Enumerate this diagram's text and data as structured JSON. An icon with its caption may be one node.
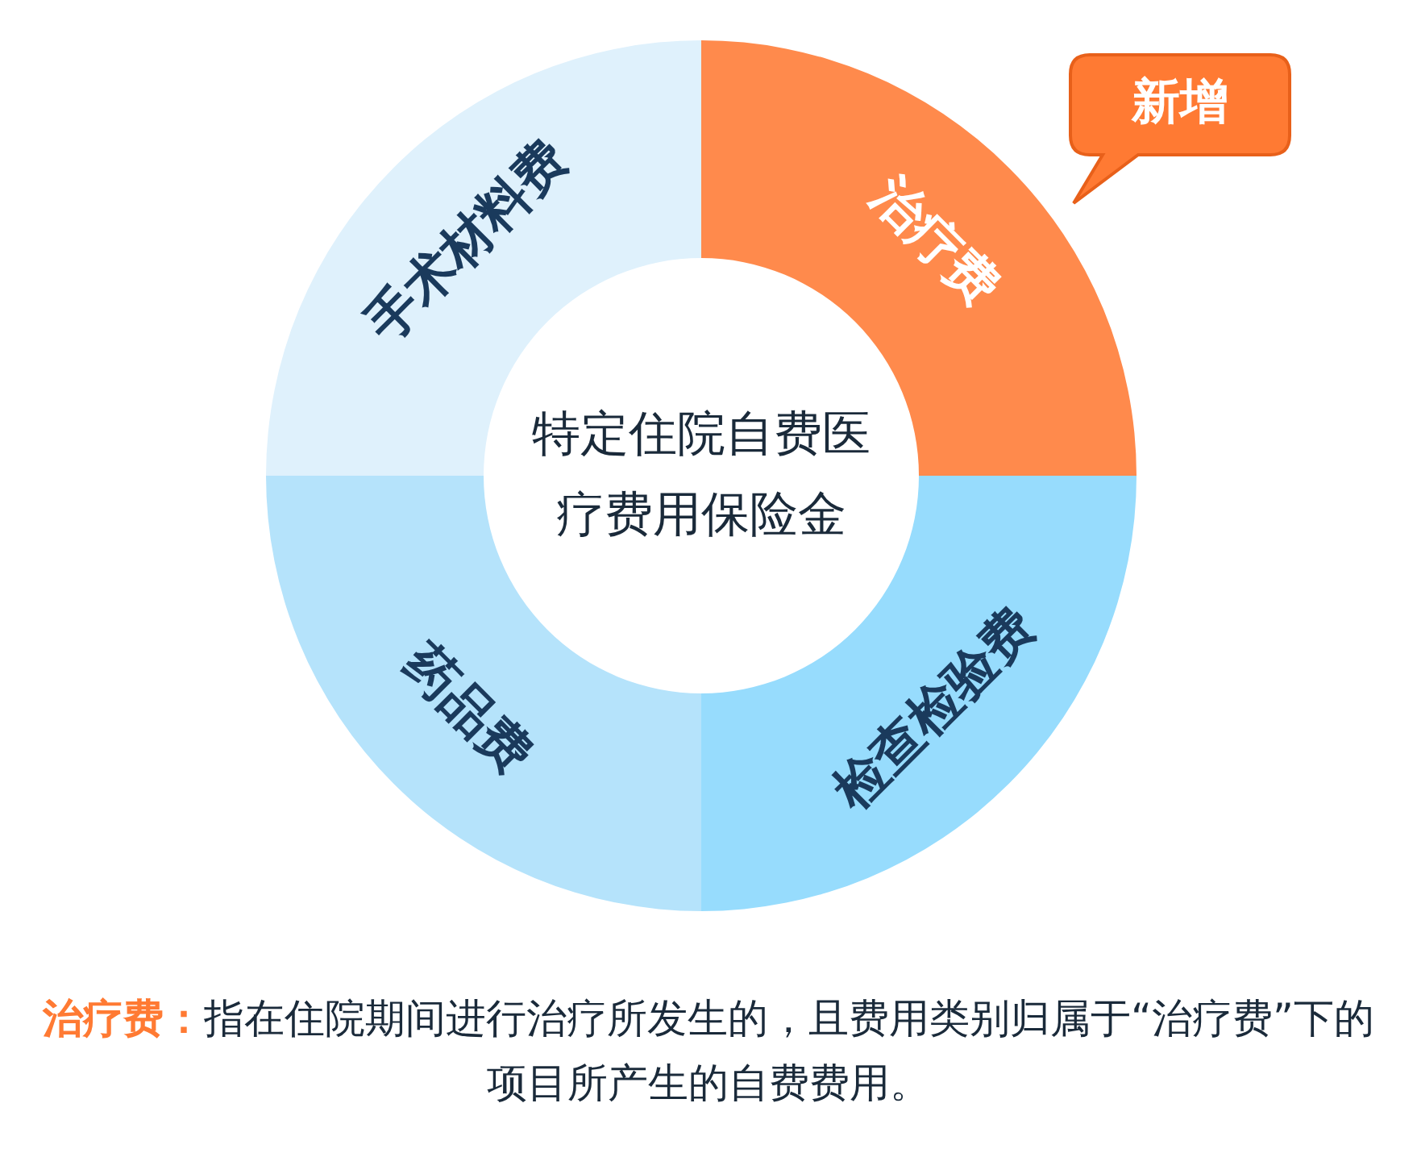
{
  "diagram": {
    "nodes": [
      {
        "text": [
          "手术材料费"
        ]
      },
      {
        "text": [
          "治疗费"
        ]
      },
      {
        "text": [
          "新增"
        ]
      },
      {
        "text": [
          "特定住院自费医疗费用保险金"
        ]
      },
      {
        "text": [
          "药品费"
        ]
      },
      {
        "text": [
          "检查检验费"
        ]
      }
    ],
    "caption": "**治疗费：**指在住院期间进行治疗所发生的，且费用类别归属于“治疗费”下的项目所产生的自费费用。"
  }
}
